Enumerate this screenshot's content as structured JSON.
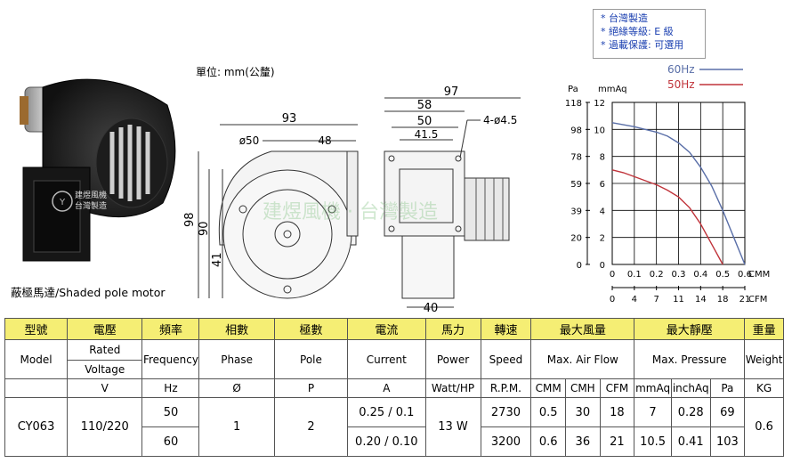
{
  "notes": [
    "* 台灣製造",
    "* 絕緣等級: E 級",
    "* 過載保護: 可選用"
  ],
  "unit_label": "單位: mm(公釐)",
  "motor_type": "蔽極馬達/Shaded pole motor",
  "watermark": {
    "brand": "建煜風機 · 台灣製造",
    "photo_brand": "建煜風機",
    "photo_origin": "台灣製造"
  },
  "dimensions": {
    "overall_width": "97",
    "width_93": "93",
    "width_58": "58",
    "width_50": "50",
    "width_41_5": "41.5",
    "hole_spec": "4-ø4.5",
    "inlet_dia": "ø50",
    "width_48": "48",
    "height_98": "98",
    "height_90": "90",
    "height_41": "41",
    "outlet_40": "40"
  },
  "chart_data": {
    "type": "line",
    "series": [
      {
        "name": "60Hz",
        "color": "#5a6fa8",
        "x_cmm": [
          0,
          0.1,
          0.2,
          0.25,
          0.3,
          0.35,
          0.4,
          0.45,
          0.5,
          0.55,
          0.6
        ],
        "y_mmaq": [
          10.5,
          10.2,
          9.8,
          9.5,
          9.0,
          8.3,
          7.2,
          5.8,
          4.0,
          2.0,
          0
        ]
      },
      {
        "name": "50Hz",
        "color": "#c0333a",
        "x_cmm": [
          0,
          0.05,
          0.1,
          0.15,
          0.2,
          0.25,
          0.3,
          0.35,
          0.4,
          0.45,
          0.5
        ],
        "y_mmaq": [
          7.0,
          6.8,
          6.5,
          6.2,
          5.9,
          5.5,
          5.0,
          4.2,
          3.0,
          1.5,
          0
        ]
      }
    ],
    "y_left_label": "Pa",
    "y_right_label": "mmAq",
    "pa_ticks": [
      "118",
      "98",
      "78",
      "59",
      "39",
      "20",
      "0"
    ],
    "mmaq_ticks": [
      "12",
      "10",
      "8",
      "6",
      "4",
      "2",
      "0"
    ],
    "cmm_ticks": [
      "0",
      "0.1",
      "0.2",
      "0.3",
      "0.4",
      "0.5",
      "0.6"
    ],
    "cfm_ticks": [
      "0",
      "4",
      "7",
      "11",
      "14",
      "18",
      "21"
    ],
    "x_label_cmm": "CMM",
    "x_label_cfm": "CFM",
    "ylim_mmaq": [
      0,
      12
    ],
    "xlim_cmm": [
      0,
      0.6
    ],
    "grid": true
  },
  "table": {
    "headers_zh": [
      "型號",
      "電壓",
      "頻率",
      "相數",
      "極數",
      "電流",
      "馬力",
      "轉速",
      "最大風量",
      "最大靜壓",
      "重量"
    ],
    "headers_en": [
      "Model",
      "Rated",
      "Voltage",
      "Frequency",
      "Phase",
      "Pole",
      "Current",
      "Power",
      "Speed",
      "Max. Air Flow",
      "Max. Pressure",
      "Weight"
    ],
    "units": [
      "V",
      "Hz",
      "Ø",
      "P",
      "A",
      "Watt/HP",
      "R.P.M.",
      "CMM",
      "CMH",
      "CFM",
      "mmAq",
      "inchAq",
      "Pa",
      "KG"
    ],
    "model": "CY063",
    "voltage": "110/220",
    "phase": "1",
    "pole": "2",
    "power": "13 W",
    "weight": "0.6",
    "rows": [
      {
        "freq": "50",
        "current": "0.25 / 0.1",
        "rpm": "2730",
        "cmm": "0.5",
        "cmh": "30",
        "cfm": "18",
        "mmaq": "7",
        "inchaq": "0.28",
        "pa": "69"
      },
      {
        "freq": "60",
        "current": "0.20 / 0.10",
        "rpm": "3200",
        "cmm": "0.6",
        "cmh": "36",
        "cfm": "21",
        "mmaq": "10.5",
        "inchaq": "0.41",
        "pa": "103"
      }
    ]
  }
}
